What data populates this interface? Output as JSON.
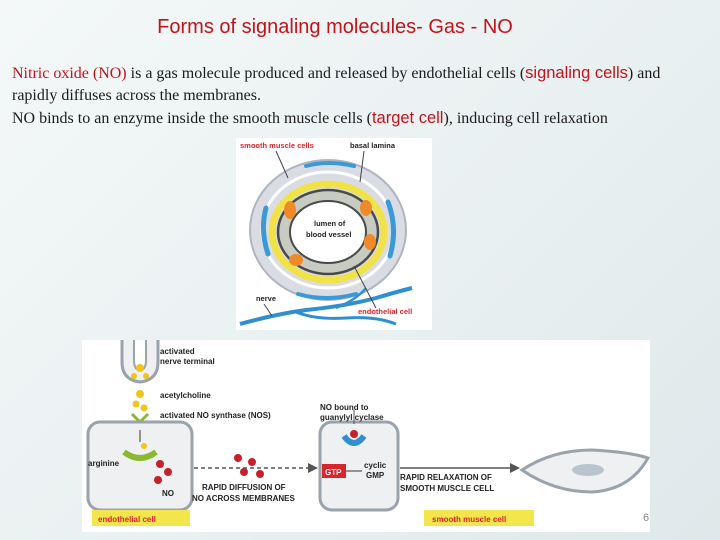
{
  "slide": {
    "title": "Forms of signaling molecules- Gas - NO",
    "paragraphs": {
      "p1_term": "Nitric oxide (NO)",
      "p1_text": " is  a gas molecule produced and  released by endothelial cells (",
      "p1_emph": "signaling cells",
      "p1_end": ")  and rapidly diffuses across the membranes.",
      "p2_text": "NO  binds  to an enzyme inside the smooth muscle cells (",
      "p2_emph": "target cell",
      "p2_end": "), inducing cell relaxation"
    },
    "page_number": "6"
  },
  "figure_vessel": {
    "labels": {
      "smooth_muscle": "smooth muscle cells",
      "basal_lamina": "basal lamina",
      "lumen_line1": "lumen of",
      "lumen_line2": "blood vessel",
      "nerve": "nerve",
      "endothelial": "endothelial cell"
    },
    "colors": {
      "label_red": "#d9262c",
      "nerve": "#2f8fd0",
      "lamina": "#f2e24a",
      "nucleus": "#ee8a2a"
    }
  },
  "figure_pathway": {
    "labels": {
      "nerve_line1": "activated",
      "nerve_line2": "nerve terminal",
      "acetylcholine": "acetylcholine",
      "nos": "activated NO synthase (NOS)",
      "arginine": "arginine",
      "no": "NO",
      "diffusion_line1": "RAPID DIFFUSION OF",
      "diffusion_line2": "NO ACROSS MEMBRANES",
      "no_bound_line1": "NO bound to",
      "no_bound_line2": "guanylyl cyclase",
      "gtp": "GTP",
      "cgmp_line1": "cyclic",
      "cgmp_line2": "GMP",
      "relax_line1": "RAPID RELAXATION OF",
      "relax_line2": "SMOOTH MUSCLE CELL",
      "endothelial_cell": "endothelial cell",
      "smooth_muscle_cell": "smooth muscle cell"
    },
    "colors": {
      "molecule_red": "#c8202a",
      "gtp_box": "#d9262c",
      "label_bar": "#f3e64c",
      "nos_green": "#8bb82e"
    }
  }
}
